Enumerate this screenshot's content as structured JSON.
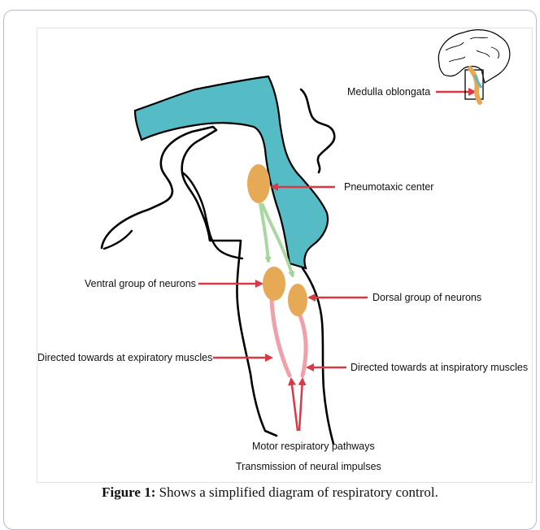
{
  "labels": {
    "medulla": "Medulla oblongata",
    "pneumotaxic": "Pneumotaxic center",
    "ventral": "Ventral group of neurons",
    "dorsal": "Dorsal group of neurons",
    "expiratory": "Directed towards at expiratory muscles",
    "inspiratory": "Directed towards at inspiratory muscles",
    "motor": "Motor respiratory pathways",
    "transmission": "Transmission of neural impulses"
  },
  "caption": {
    "prefix": "Figure 1:",
    "text": " Shows a simplified diagram of respiratory control."
  },
  "colors": {
    "pons_fill": "#55bcc6",
    "neuron_fill": "#e6a956",
    "arrow_red": "#d93845",
    "pathway_green": "#a8d8a0",
    "pathway_pink": "#f0a0a8"
  }
}
